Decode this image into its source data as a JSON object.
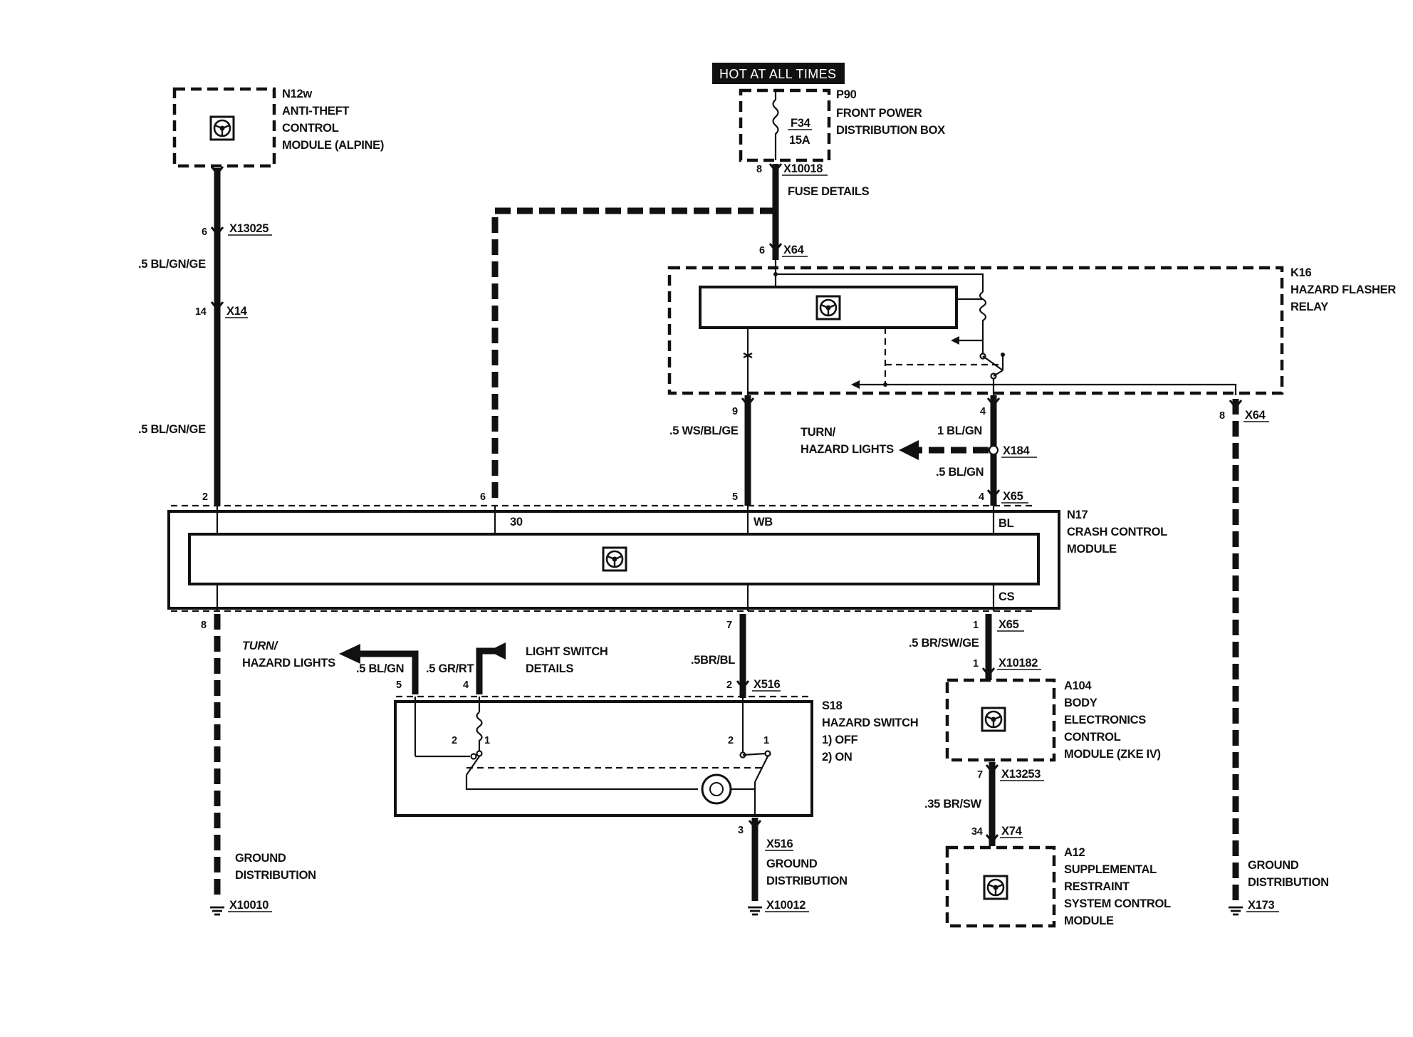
{
  "banner": {
    "hot_at_all_times": "HOT AT ALL TIMES"
  },
  "components": {
    "n12w": {
      "ref": "N12w",
      "l1": "ANTI-THEFT",
      "l2": "CONTROL",
      "l3": "MODULE (ALPINE)"
    },
    "p90": {
      "ref": "P90",
      "l1": "FRONT POWER",
      "l2": "DISTRIBUTION BOX",
      "fuse": "F34",
      "amps": "15A"
    },
    "k16": {
      "ref": "K16",
      "l1": "HAZARD FLASHER",
      "l2": "RELAY"
    },
    "n17": {
      "ref": "N17",
      "l1": "CRASH CONTROL",
      "l2": "MODULE",
      "t30": "30",
      "twb": "WB",
      "tbl": "BL",
      "tcs": "CS"
    },
    "s18": {
      "ref": "S18",
      "l1": "HAZARD SWITCH",
      "l2": "1)  OFF",
      "l3": "2)  ON"
    },
    "a104": {
      "ref": "A104",
      "l1": "BODY",
      "l2": "ELECTRONICS",
      "l3": "CONTROL",
      "l4": "MODULE (ZKE IV)"
    },
    "a12": {
      "ref": "A12",
      "l1": "SUPPLEMENTAL",
      "l2": "RESTRAINT",
      "l3": "SYSTEM CONTROL",
      "l4": "MODULE"
    }
  },
  "connectors": {
    "x10018": "X10018",
    "x13025": "X13025",
    "x14": "X14",
    "x64_top": "X64",
    "x64_right": "X64",
    "x184": "X184",
    "x65_top": "X65",
    "x65_bottom": "X65",
    "x10182": "X10182",
    "x516_top": "X516",
    "x516_bottom": "X516",
    "x13253": "X13253",
    "x74": "X74",
    "x10010": "X10010",
    "x10012": "X10012",
    "x173": "X173"
  },
  "wires": {
    "bl_gn_ge_1": ".5 BL/GN/GE",
    "bl_gn_ge_2": ".5 BL/GN/GE",
    "ws_bl_ge": ".5 WS/BL/GE",
    "one_bl_gn": "1 BL/GN",
    "half_bl_gn": ".5 BL/GN",
    "br_sw_ge": ".5 BR/SW/GE",
    "s18_bl_gn": ".5 BL/GN",
    "gr_rt": ".5 GR/RT",
    "br_bl": ".5BR/BL",
    "br_sw": ".35 BR/SW"
  },
  "pins": {
    "p8_fuse": "8",
    "p6_x13025": "6",
    "p14_x14": "14",
    "p6_x64": "6",
    "p9_k16": "9",
    "p4_k16": "4",
    "p8_x64": "8",
    "n17_2": "2",
    "n17_6": "6",
    "n17_5": "5",
    "n17_4": "4",
    "n17_8": "8",
    "n17_7": "7",
    "n17_1": "1",
    "x10182_1": "1",
    "s18_5": "5",
    "s18_4": "4",
    "s18_2": "2",
    "s18_3": "3",
    "sw_left_2": "2",
    "sw_left_1": "1",
    "sw_right_2": "2",
    "sw_right_1": "1",
    "a104_7": "7",
    "a12_34": "34"
  },
  "notes": {
    "fuse_details": "FUSE DETAILS",
    "turn_hazard_1": "TURN/",
    "turn_hazard_2": "HAZARD LIGHTS",
    "turn_hazard_3": "TURN/",
    "turn_hazard_4": "HAZARD LIGHTS",
    "light_switch_1": "LIGHT SWITCH",
    "light_switch_2": "DETAILS",
    "ground_left_1": "GROUND",
    "ground_left_2": "DISTRIBUTION",
    "ground_mid_1": "GROUND",
    "ground_mid_2": "DISTRIBUTION",
    "ground_right_1": "GROUND",
    "ground_right_2": "DISTRIBUTION"
  }
}
